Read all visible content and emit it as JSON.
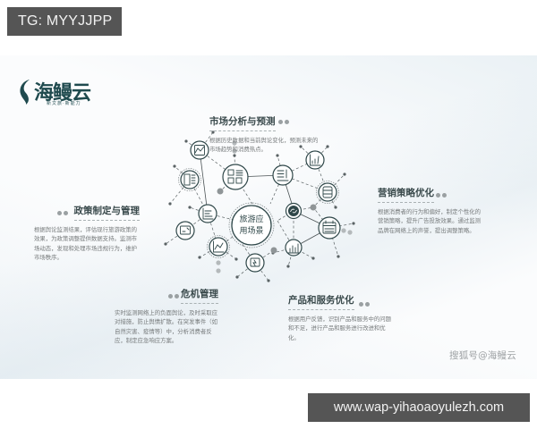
{
  "watermarks": {
    "top_label": "TG: MYYJJPP",
    "bottom_url": "www.wap-yihaoaoyulezh.com"
  },
  "logo": {
    "name": "海鳗云",
    "slogan": "新文旅·新能力",
    "icon": "wave-tail-logo-icon"
  },
  "diagram": {
    "center_label_line1": "旅游应",
    "center_label_line2": "用场景",
    "colors": {
      "node_stroke": "#2f4749",
      "line": "#4a5254",
      "dot": "#8f9597",
      "title": "#3a4a4c",
      "body": "#777b7c"
    },
    "nodes": [
      {
        "id": "area-chart",
        "icon": "area-chart-icon"
      },
      {
        "id": "grid-list",
        "icon": "grid-list-icon"
      },
      {
        "id": "document-list",
        "icon": "document-list-icon"
      },
      {
        "id": "bar-chart-left",
        "icon": "bar-chart-horizontal-icon"
      },
      {
        "id": "report",
        "icon": "report-icon"
      },
      {
        "id": "line-chart",
        "icon": "line-chart-icon"
      },
      {
        "id": "wallet",
        "icon": "wallet-icon"
      },
      {
        "id": "text-align",
        "icon": "text-align-icon"
      },
      {
        "id": "scatter-chart",
        "icon": "scatter-chart-icon"
      },
      {
        "id": "database",
        "icon": "database-icon"
      },
      {
        "id": "refresh",
        "icon": "refresh-icon"
      },
      {
        "id": "calendar",
        "icon": "calendar-icon"
      },
      {
        "id": "column-chart",
        "icon": "column-chart-icon"
      }
    ]
  },
  "sections": {
    "market": {
      "title": "市场分析与预测",
      "body": "根据历史数据和当前舆论变化，预测未来的市场趋势和消费热点。"
    },
    "policy": {
      "title": "政策制定与管理",
      "body": "根据舆论监测结果，评估现行旅游政策的效果，为政策调整提供数据支持。监测市场动态，发现和处理市场违规行为，维护市场秩序。"
    },
    "marketing": {
      "title": "营销策略优化",
      "body": "根据消费者的行为和偏好，制定个性化的营销策略，提升广告投放效果。通过监测品牌在网络上的声誉，提出调整策略。"
    },
    "crisis": {
      "title": "危机管理",
      "body": "实时监测网络上的负面舆论，及时采取应对措施，防止舆情扩散。在突发事件（如自然灾害、疫情等）中，分析消费者反应，制定应急响应方案。"
    },
    "product": {
      "title": "产品和服务优化",
      "body": "根据用户反馈，识别产品和服务中的问题和不足，进行产品和服务进行改进和优化。"
    }
  },
  "source_tag": "搜狐号@海鳗云"
}
